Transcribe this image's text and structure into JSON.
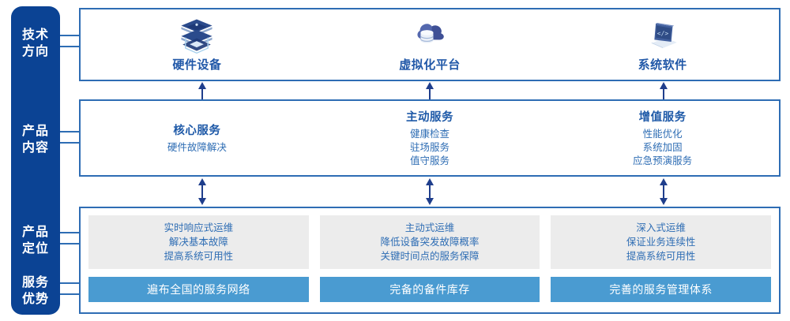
{
  "rail": {
    "groups": [
      {
        "name": "technology-direction",
        "line1": "技术",
        "line2": "方向"
      },
      {
        "name": "product-content",
        "line1": "产品",
        "line2": "内容"
      },
      {
        "name": "product-positioning",
        "line1": "产品",
        "line2": "定位"
      },
      {
        "name": "service-advantage",
        "line1": "服务",
        "line2": "优势"
      }
    ]
  },
  "technology": {
    "columns": [
      {
        "icon": "server-stack-icon",
        "title": "硬件设备"
      },
      {
        "icon": "cloud-database-icon",
        "title": "虚拟化平台"
      },
      {
        "icon": "laptop-code-icon",
        "title": "系统软件"
      }
    ]
  },
  "product_content": {
    "columns": [
      {
        "title": "核心服务",
        "items": [
          "硬件故障解决"
        ]
      },
      {
        "title": "主动服务",
        "items": [
          "健康检查",
          "驻场服务",
          "值守服务"
        ]
      },
      {
        "title": "增值服务",
        "items": [
          "性能优化",
          "系统加固",
          "应急预演服务"
        ]
      }
    ]
  },
  "positioning": {
    "columns": [
      {
        "lines": [
          "实时响应式运维",
          "解决基本故障",
          "提高系统可用性"
        ],
        "advantage": "遍布全国的服务网络"
      },
      {
        "lines": [
          "主动式运维",
          "降低设备突发故障概率",
          "关键时间点的服务保障"
        ],
        "advantage": "完备的备件库存"
      },
      {
        "lines": [
          "深入式运维",
          "保证业务连续性",
          "提高系统可用性"
        ],
        "advantage": "完善的服务管理体系"
      }
    ]
  },
  "colors": {
    "rail_blue": "#0B4394",
    "border_blue": "#2E6DB4",
    "title_blue": "#1F5AA8",
    "text_blue": "#2E6DB4",
    "card_grey": "#ECECEC",
    "bar_blue": "#4A9BD1"
  }
}
